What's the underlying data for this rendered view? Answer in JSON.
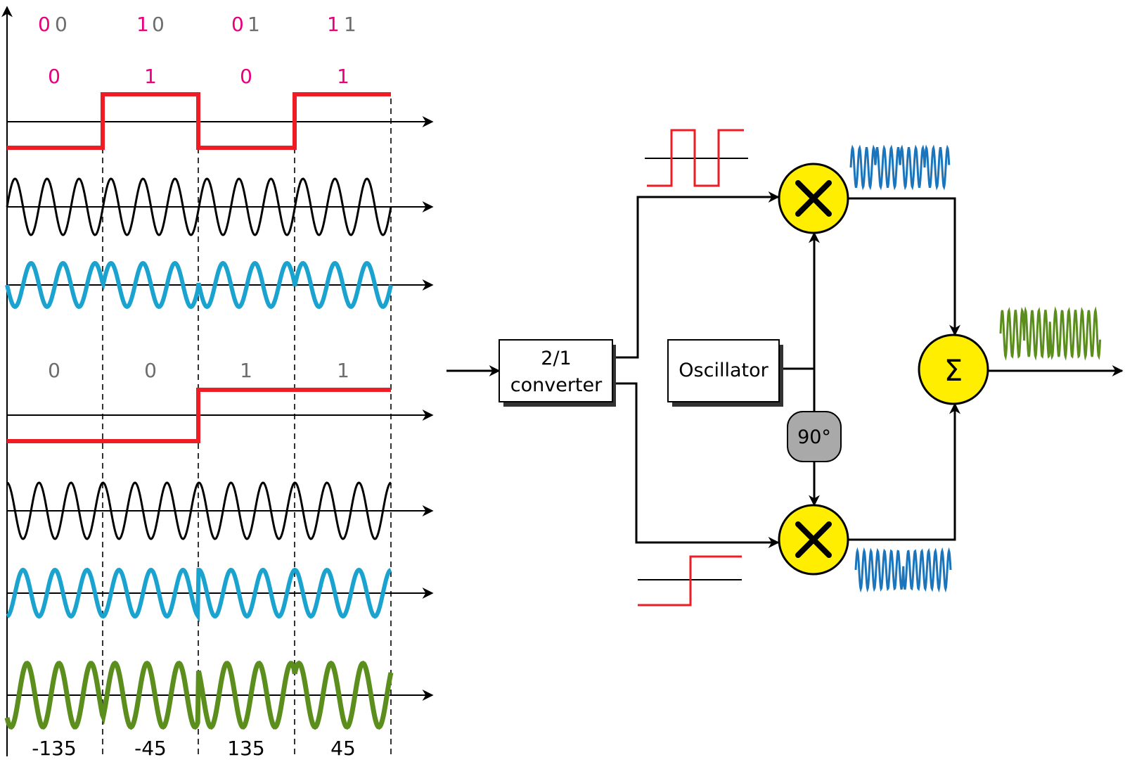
{
  "dibits": [
    {
      "first": "0",
      "second": "0"
    },
    {
      "first": "1",
      "second": "0"
    },
    {
      "first": "0",
      "second": "1"
    },
    {
      "first": "1",
      "second": "1"
    }
  ],
  "i_bits": [
    "0",
    "1",
    "0",
    "1"
  ],
  "q_bits": [
    "0",
    "0",
    "1",
    "1"
  ],
  "phases": [
    "-135",
    "-45",
    "135",
    "45"
  ],
  "blocks": {
    "converter_line1": "2/1",
    "converter_line2": "converter",
    "oscillator": "Oscillator",
    "phase_shift": "90°",
    "multiplier_symbol": "✕",
    "sum_symbol": "Σ"
  },
  "colors": {
    "digital": "#ee1c24",
    "carrier": "#000000",
    "modulated": "#1aa3cf",
    "mini_modulated": "#1b75bc",
    "output": "#5b8e1d",
    "node_fill": "#ffee00",
    "phase_fill": "#a9a9a9"
  }
}
